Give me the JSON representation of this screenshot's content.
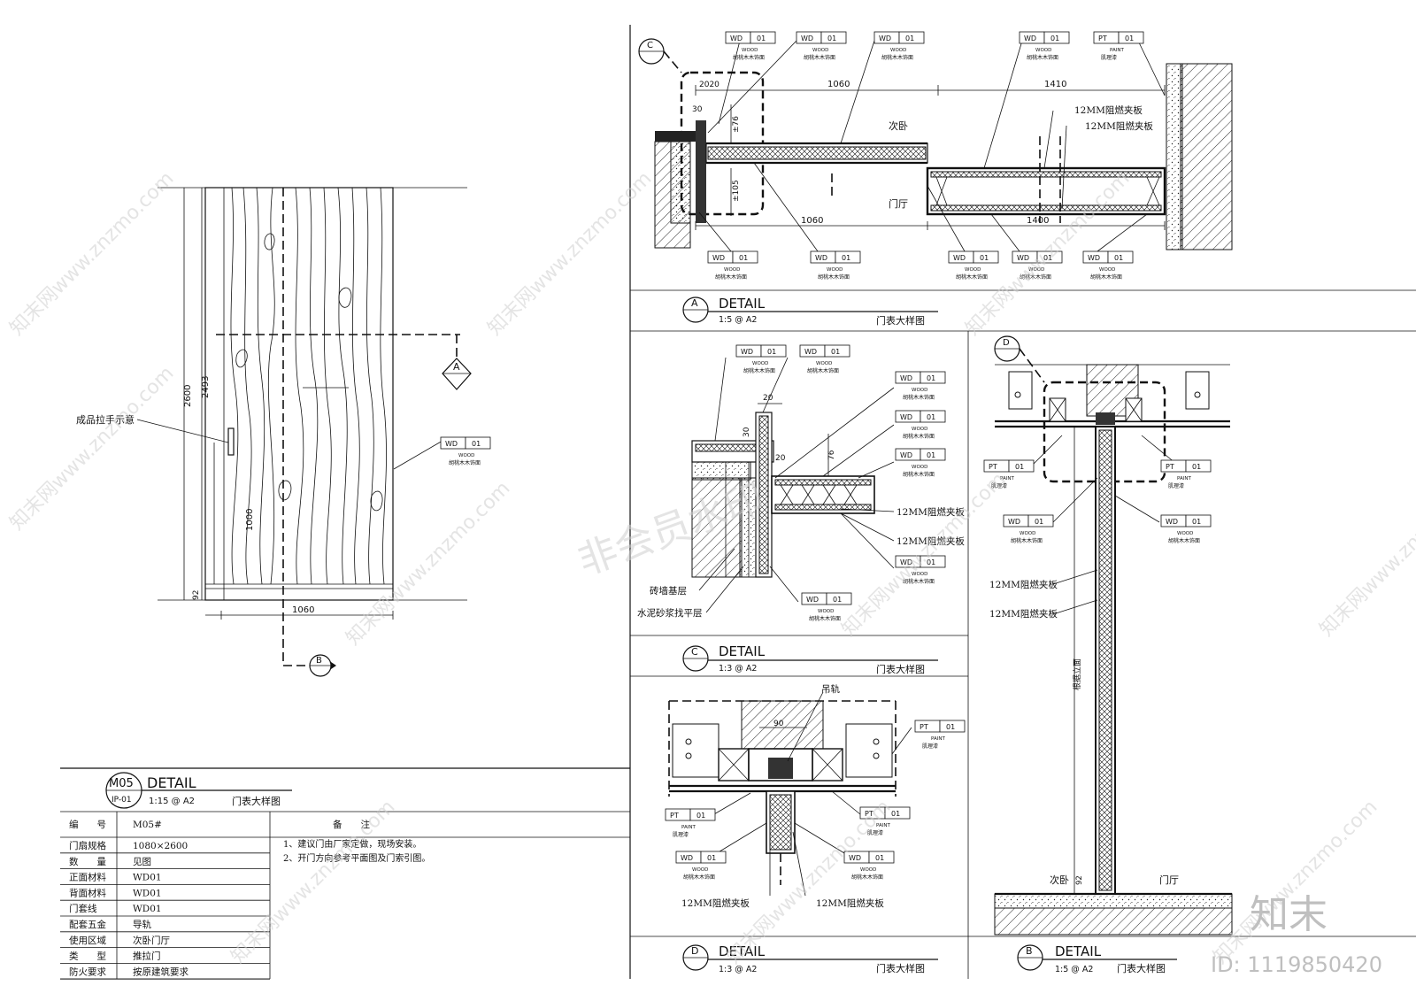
{
  "elevation": {
    "pull_note": "成品拉手示意",
    "dim_height_total": "2600",
    "dim_height_leaf": "2493",
    "dim_handle": "1000",
    "dim_bottom": "92",
    "dim_width": "1060",
    "section_a_mark": "A",
    "section_b_mark": "B",
    "tag": {
      "code": "WD",
      "num": "01",
      "material": "WOOD",
      "desc": "胡桃木木饰面"
    }
  },
  "detail_m05": {
    "num": "M05",
    "sheet": "IP-01",
    "word": "DETAIL",
    "scale": "1:15 @ A2",
    "title": "门表大样图"
  },
  "schedule": {
    "header_no": "编　　号",
    "header_val": "M05#",
    "header_notes": "备　　注",
    "rows": [
      {
        "label": "门扇规格",
        "value": "1080×2600"
      },
      {
        "label": "数　　量",
        "value": "见图"
      },
      {
        "label": "正面材料",
        "value": "WD01"
      },
      {
        "label": "背面材料",
        "value": "WD01"
      },
      {
        "label": "门套线",
        "value": "WD01"
      },
      {
        "label": "配套五金",
        "value": "导轨"
      },
      {
        "label": "使用区域",
        "value": "次卧门厅"
      },
      {
        "label": "类　　型",
        "value": "推拉门"
      },
      {
        "label": "防火要求",
        "value": "按原建筑要求"
      }
    ],
    "notes": [
      "1、建议门由厂家定做，现场安装。",
      "2、开门方向参考平面图及门索引图。"
    ]
  },
  "detail_a": {
    "mark": "A",
    "word": "DETAIL",
    "scale": "1:5 @ A2",
    "title": "门表大样图",
    "callout": "C",
    "room_top": "次卧",
    "room_bottom": "门厅",
    "dims": {
      "d2020": "2020",
      "d30": "30",
      "d76": "±76",
      "d105": "±105",
      "top1": "1060",
      "top2": "1410",
      "bot1": "1060",
      "bot2": "1400"
    },
    "panel1": "12MM阻燃夹板",
    "panel2": "12MM阻燃夹板",
    "tags_top": [
      {
        "code": "WD",
        "num": "01",
        "material": "WOOD",
        "desc": "胡桃木木饰面"
      },
      {
        "code": "WD",
        "num": "01",
        "material": "WOOD",
        "desc": "胡桃木木饰面"
      },
      {
        "code": "WD",
        "num": "01",
        "material": "WOOD",
        "desc": "胡桃木木饰面"
      },
      {
        "code": "WD",
        "num": "01",
        "material": "WOOD",
        "desc": "胡桃木木饰面"
      },
      {
        "code": "PT",
        "num": "01",
        "material": "PAINT",
        "desc": "肌理漆"
      }
    ],
    "tags_bottom": [
      {
        "code": "WD",
        "num": "01",
        "material": "WOOD",
        "desc": "胡桃木木饰面"
      },
      {
        "code": "WD",
        "num": "01",
        "material": "WOOD",
        "desc": "胡桃木木饰面"
      },
      {
        "code": "WD",
        "num": "01",
        "material": "WOOD",
        "desc": "胡桃木木饰面"
      },
      {
        "code": "WD",
        "num": "01",
        "material": "WOOD",
        "desc": "胡桃木木饰面"
      },
      {
        "code": "WD",
        "num": "01",
        "material": "WOOD",
        "desc": "胡桃木木饰面"
      }
    ]
  },
  "detail_c": {
    "mark": "C",
    "word": "DETAIL",
    "scale": "1:3 @ A2",
    "title": "门表大样图",
    "dims": {
      "d20a": "20",
      "d30": "30",
      "d20b": "20",
      "d76": "76"
    },
    "panel1": "12MM阻燃夹板",
    "panel2": "12MM阻燃夹板",
    "brick": "砖墙基层",
    "mortar": "水泥砂浆找平层",
    "tags": [
      {
        "code": "WD",
        "num": "01",
        "material": "WOOD",
        "desc": "胡桃木木饰面"
      },
      {
        "code": "WD",
        "num": "01",
        "material": "WOOD",
        "desc": "胡桃木木饰面"
      },
      {
        "code": "WD",
        "num": "01",
        "material": "WOOD",
        "desc": "胡桃木木饰面"
      },
      {
        "code": "WD",
        "num": "01",
        "material": "WOOD",
        "desc": "胡桃木木饰面"
      },
      {
        "code": "WD",
        "num": "01",
        "material": "WOOD",
        "desc": "胡桃木木饰面"
      },
      {
        "code": "WD",
        "num": "01",
        "material": "WOOD",
        "desc": "胡桃木木饰面"
      },
      {
        "code": "WD",
        "num": "01",
        "material": "WOOD",
        "desc": "胡桃木木饰面"
      }
    ]
  },
  "detail_d": {
    "mark": "D",
    "word": "DETAIL",
    "scale": "1:3 @ A2",
    "title": "门表大样图",
    "rail": "吊轨",
    "dim": "90",
    "panel1": "12MM阻燃夹板",
    "panel2": "12MM阻燃夹板",
    "tags": [
      {
        "code": "PT",
        "num": "01",
        "material": "PAINT",
        "desc": "肌理漆"
      },
      {
        "code": "PT",
        "num": "01",
        "material": "PAINT",
        "desc": "肌理漆"
      },
      {
        "code": "PT",
        "num": "01",
        "material": "PAINT",
        "desc": "肌理漆"
      },
      {
        "code": "WD",
        "num": "01",
        "material": "WOOD",
        "desc": "胡桃木木饰面"
      },
      {
        "code": "WD",
        "num": "01",
        "material": "WOOD",
        "desc": "胡桃木木饰面"
      }
    ]
  },
  "detail_b": {
    "mark": "B",
    "word": "DETAIL",
    "scale": "1:5 @ A2",
    "title": "门表大样图",
    "callout": "D",
    "room_left": "次卧",
    "room_right": "门厅",
    "vertical_note": "根据立面",
    "dim_bottom": "92",
    "panel1": "12MM阻燃夹板",
    "panel2": "12MM阻燃夹板",
    "tags": [
      {
        "code": "PT",
        "num": "01",
        "material": "PAINT",
        "desc": "肌理漆"
      },
      {
        "code": "PT",
        "num": "01",
        "material": "PAINT",
        "desc": "肌理漆"
      },
      {
        "code": "WD",
        "num": "01",
        "material": "WOOD",
        "desc": "胡桃木木饰面"
      },
      {
        "code": "WD",
        "num": "01",
        "material": "WOOD",
        "desc": "胡桃木木饰面"
      }
    ]
  },
  "watermark": {
    "site": "知末网www.znzmo.com",
    "center": "非会员水印",
    "logo": "知末",
    "id": "ID: 1119850420"
  }
}
